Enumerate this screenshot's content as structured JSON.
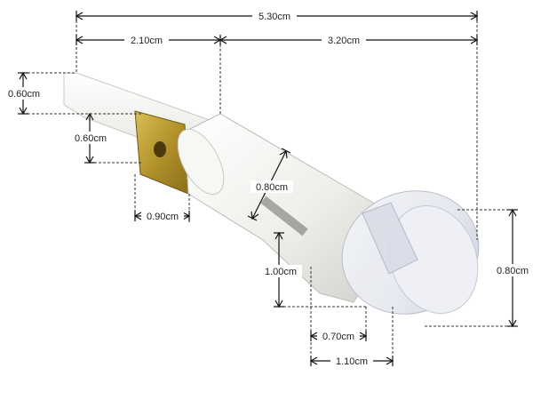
{
  "dimensions": {
    "total_length": "5.30cm",
    "terminal_length": "2.10cm",
    "body_length": "3.20cm",
    "blade_width": "0.60cm",
    "blade_offset": "0.60cm",
    "tab_width": "0.90cm",
    "body_diameter": "0.80cm",
    "lens_height": "1.00cm",
    "lens_inner_width": "0.70cm",
    "lens_outer_width": "1.10cm",
    "lens_diameter": "0.80cm"
  },
  "colors": {
    "plastic_white": "#f2f2ee",
    "lens_clear": "#e9ecf2",
    "brass": "#b89a2e",
    "ink": "#111111"
  }
}
